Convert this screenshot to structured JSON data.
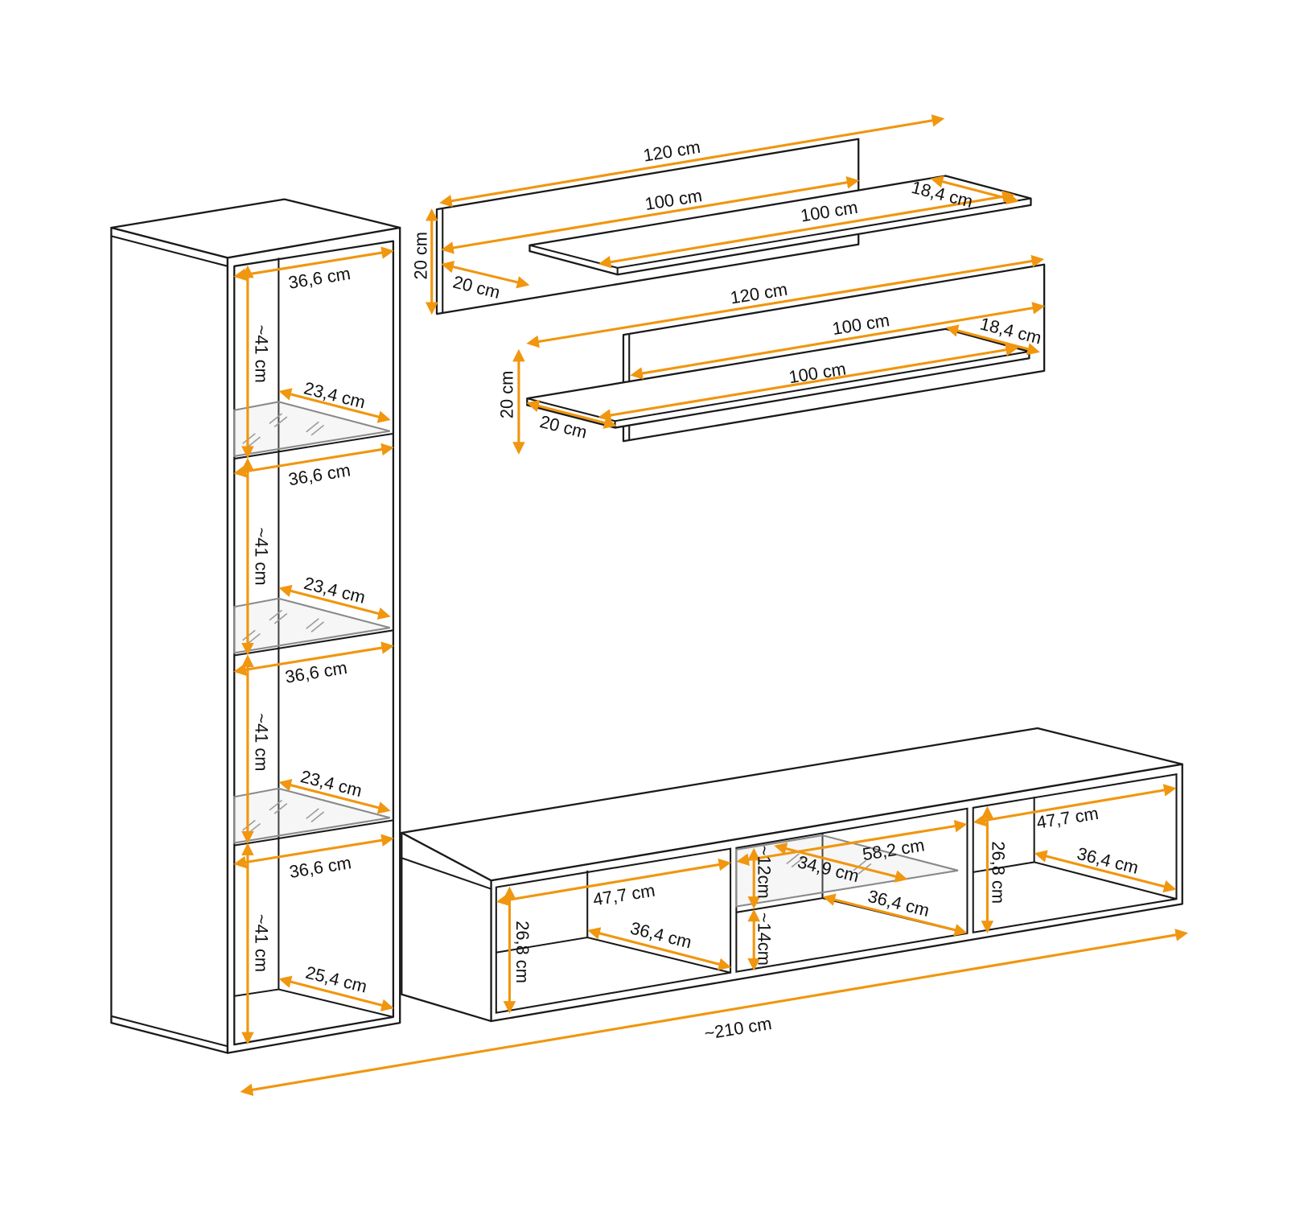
{
  "colors": {
    "dimension": "#f0960f",
    "outline": "#1a1a1a",
    "glass": "#8a8a8a"
  },
  "tall_cabinet": {
    "width_labels": [
      "36,6 cm",
      "36,6 cm",
      "36,6 cm",
      "36,6 cm"
    ],
    "height_labels": [
      "~41 cm",
      "~41 cm",
      "~41 cm",
      "~41 cm"
    ],
    "glass_depth_labels": [
      "23,4 cm",
      "23,4 cm",
      "23,4 cm"
    ],
    "bottom_depth_label": "25,4 cm"
  },
  "shelf_upper": {
    "length_back": "120 cm",
    "length_inner": "100 cm",
    "length_board": "100 cm",
    "depth_board": "18,4 cm",
    "height": "20 cm",
    "depth": "20 cm"
  },
  "shelf_lower": {
    "length_back": "120 cm",
    "length_inner": "100 cm",
    "length_board": "100 cm",
    "depth_board": "18,4 cm",
    "height": "20 cm",
    "depth": "20 cm"
  },
  "tv_unit": {
    "left_width": "47,7 cm",
    "left_depth": "36,4 cm",
    "left_height": "26,8 cm",
    "center_width": "58,2 cm",
    "center_glass_depth": "34,9 cm",
    "center_depth": "36,4 cm",
    "center_upper_height": "~12cm",
    "center_lower_height": "~14cm",
    "right_width": "47,7 cm",
    "right_depth": "36,4 cm",
    "right_height": "26,8 cm"
  },
  "total_width": "~210 cm"
}
